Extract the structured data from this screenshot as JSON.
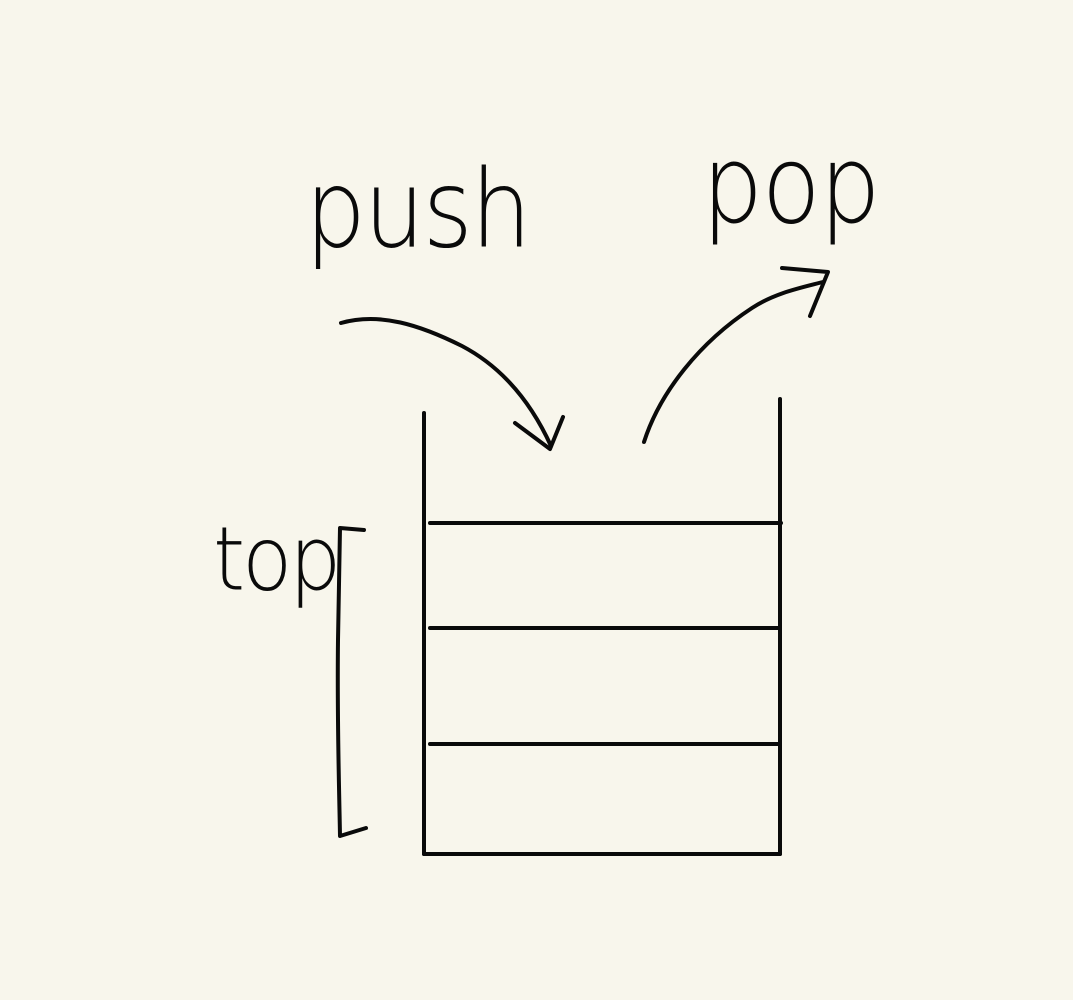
{
  "labels": {
    "push": "push",
    "pop": "pop",
    "top": "top"
  },
  "colors": {
    "background": "#f8f6ec",
    "ink": "#0a0a0a"
  }
}
